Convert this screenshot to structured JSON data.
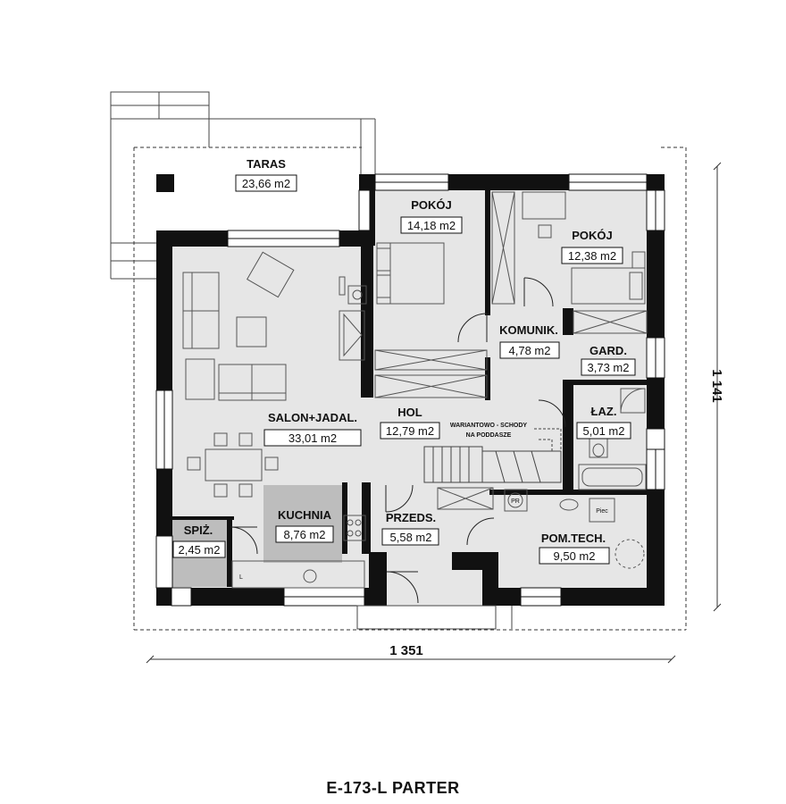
{
  "rooms": {
    "taras": {
      "name": "TARAS",
      "area": "23,66 m2"
    },
    "pokoj1": {
      "name": "POKÓJ",
      "area": "14,18 m2"
    },
    "pokoj2": {
      "name": "POKÓJ",
      "area": "12,38 m2"
    },
    "komunik": {
      "name": "KOMUNIK.",
      "area": "4,78 m2"
    },
    "gard": {
      "name": "GARD.",
      "area": "3,73 m2"
    },
    "salon": {
      "name": "SALON+JADAL.",
      "area": "33,01 m2"
    },
    "hol": {
      "name": "HOL",
      "area": "12,79 m2"
    },
    "laz": {
      "name": "ŁAZ.",
      "area": "5,01 m2"
    },
    "kuchnia": {
      "name": "KUCHNIA",
      "area": "8,76 m2"
    },
    "spiz": {
      "name": "SPIŻ.",
      "area": "2,45 m2"
    },
    "przeds": {
      "name": "PRZEDS.",
      "area": "5,58 m2"
    },
    "pomtech": {
      "name": "POM.TECH.",
      "area": "9,50 m2"
    }
  },
  "notes": {
    "stairs_line1": "WARIANTOWO - SCHODY",
    "stairs_line2": "NA PODDASZE",
    "pr": "PR",
    "piec": "Piec",
    "fridge": "L"
  },
  "dimensions": {
    "width": "1 351",
    "height": "1 141"
  },
  "title": "E-173-L PARTER",
  "colors": {
    "wall": "#111111",
    "floor": "#e6e6e6",
    "kitchen_floor": "#bdbdbd",
    "outline": "#555555"
  }
}
